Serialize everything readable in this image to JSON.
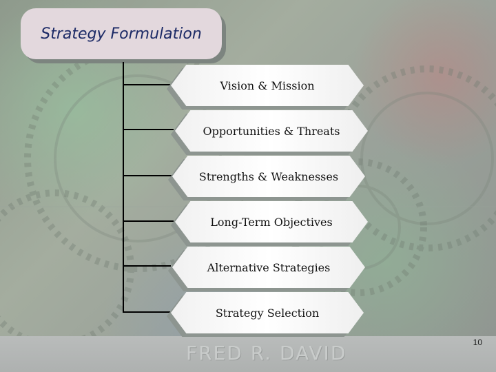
{
  "slide": {
    "title": "Strategy Formulation",
    "footer_author": "FRED R. DAVID",
    "page_number": "10"
  },
  "diagram": {
    "steps": [
      "Vision & Mission",
      "Opportunities & Threats",
      "Strengths & Weaknesses",
      "Long-Term Objectives",
      "Alternative Strategies",
      "Strategy Selection"
    ]
  }
}
